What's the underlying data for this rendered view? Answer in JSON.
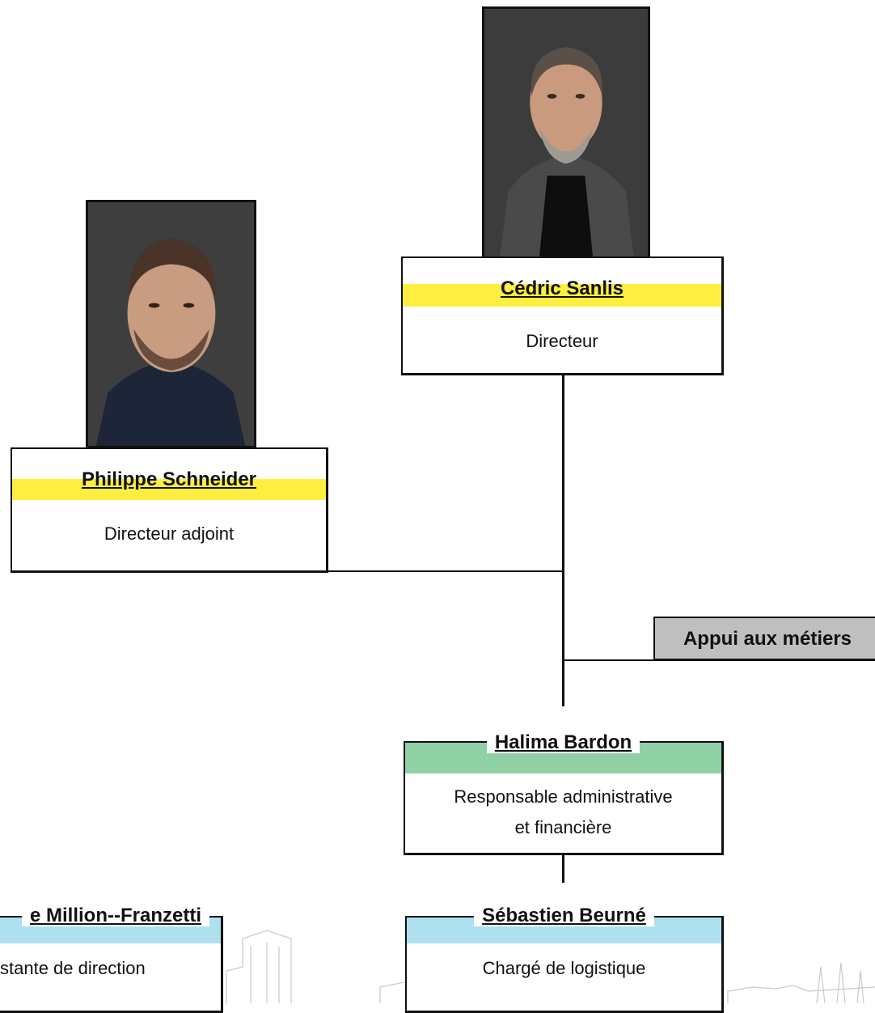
{
  "chart": {
    "nodes": [
      {
        "id": "cedric",
        "name": "Cédric Sanlis",
        "role": "Directeur",
        "accent": "#fdee3f"
      },
      {
        "id": "philippe",
        "name": "Philippe Schneider",
        "role": "Directeur adjoint",
        "accent": "#fdee3f"
      },
      {
        "id": "appui",
        "name": "Appui aux métiers",
        "accent": "#bfbfbf"
      },
      {
        "id": "halima",
        "name": "Halima Bardon",
        "role_line1": "Responsable administrative",
        "role_line2": "et financière",
        "accent": "#8fd1a5"
      },
      {
        "id": "sebastien",
        "name": "Sébastien Beurné",
        "role": "Chargé de logistique",
        "accent": "#aee0f0"
      },
      {
        "id": "million",
        "name": "e Million--Franzetti",
        "role": "stante de direction",
        "accent": "#aee0f0"
      }
    ]
  },
  "colors": {
    "yellow": "#fdee3f",
    "green": "#8fd1a5",
    "blue": "#aee0f0",
    "grey": "#bfbfbf",
    "line": "#111111"
  },
  "icons": [
    "portrait-photo-cedric",
    "portrait-photo-philippe"
  ]
}
